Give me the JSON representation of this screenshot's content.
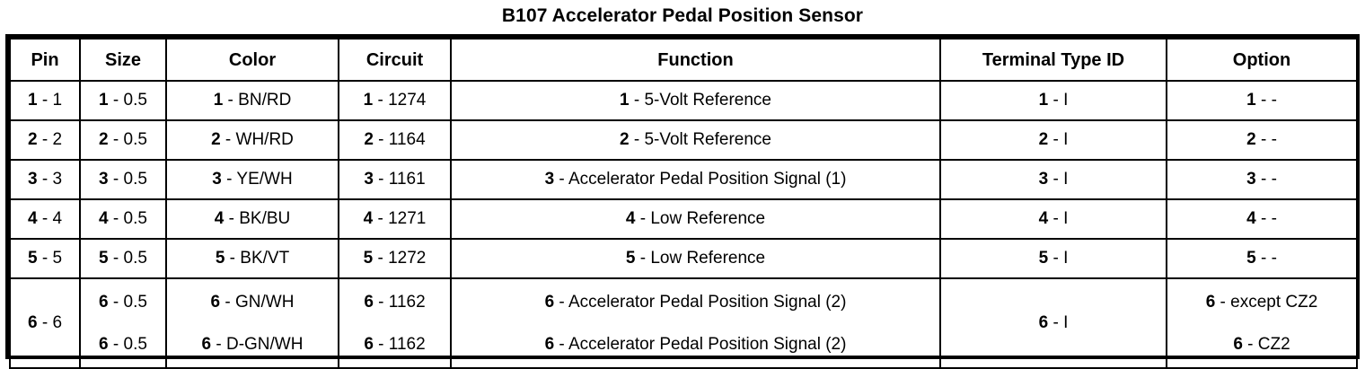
{
  "document": {
    "title": "B107 Accelerator Pedal Position Sensor"
  },
  "table": {
    "headers": {
      "pin": "Pin",
      "size": "Size",
      "color": "Color",
      "circuit": "Circuit",
      "function": "Function",
      "terminal_type_id": "Terminal Type ID",
      "option": "Option"
    },
    "separator": " - ",
    "rows": [
      {
        "index": "1",
        "pin": "1",
        "size": "0.5",
        "color": "BN/RD",
        "circuit": "1274",
        "function": "5-Volt Reference",
        "terminal_type_id": "I",
        "option": "-"
      },
      {
        "index": "2",
        "pin": "2",
        "size": "0.5",
        "color": "WH/RD",
        "circuit": "1164",
        "function": "5-Volt Reference",
        "terminal_type_id": "I",
        "option": "-"
      },
      {
        "index": "3",
        "pin": "3",
        "size": "0.5",
        "color": "YE/WH",
        "circuit": "1161",
        "function": "Accelerator Pedal Position Signal (1)",
        "terminal_type_id": "I",
        "option": "-"
      },
      {
        "index": "4",
        "pin": "4",
        "size": "0.5",
        "color": "BK/BU",
        "circuit": "1271",
        "function": "Low Reference",
        "terminal_type_id": "I",
        "option": "-"
      },
      {
        "index": "5",
        "pin": "5",
        "size": "0.5",
        "color": "BK/VT",
        "circuit": "1272",
        "function": "Low Reference",
        "terminal_type_id": "I",
        "option": "-"
      }
    ],
    "row6": {
      "index": "6",
      "pin": "6",
      "terminal_type_id": "I",
      "variants": [
        {
          "index": "6",
          "size": "0.5",
          "color": "GN/WH",
          "circuit": "1162",
          "function": "Accelerator Pedal Position Signal (2)",
          "option": "except CZ2"
        },
        {
          "index": "6",
          "size": "0.5",
          "color": "D-GN/WH",
          "circuit": "1162",
          "function": "Accelerator Pedal Position Signal (2)",
          "option": "CZ2"
        }
      ]
    }
  }
}
